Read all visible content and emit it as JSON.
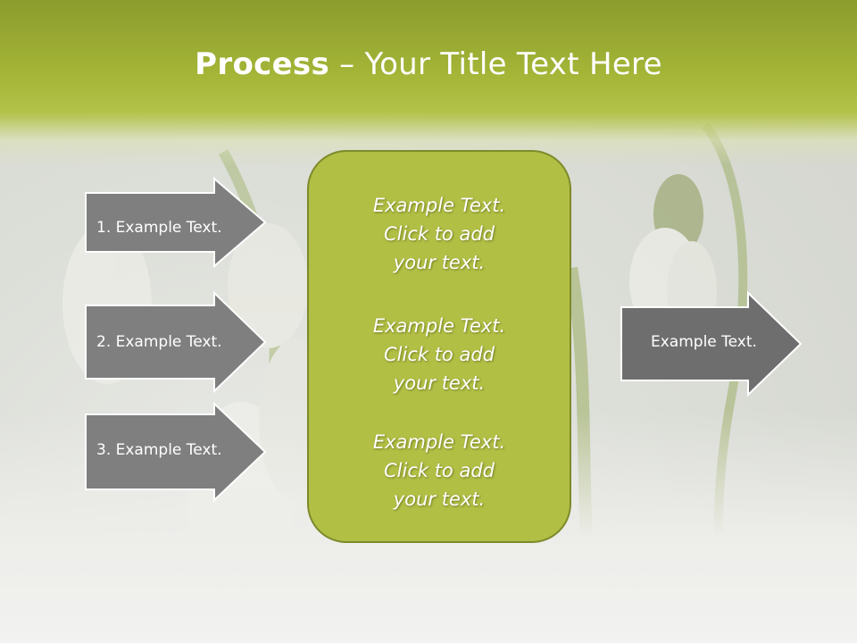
{
  "title": {
    "bold": "Process",
    "rest": " – Your Title Text Here"
  },
  "left_arrows": [
    {
      "label": "1. Example Text."
    },
    {
      "label": "2. Example Text."
    },
    {
      "label": "3. Example Text."
    }
  ],
  "center_box": {
    "paragraphs": [
      {
        "line1": "Example Text.",
        "line2": "Click  to add",
        "line3": "your text."
      },
      {
        "line1": "Example Text.",
        "line2": "Click  to add",
        "line3": "your text."
      },
      {
        "line1": "Example Text.",
        "line2": "Click  to add",
        "line3": "your text."
      }
    ]
  },
  "right_arrow": {
    "label": "Example Text."
  },
  "colors": {
    "header": "#a4b537",
    "box": "#b2bf45",
    "box_border": "#7d8a2a",
    "arrow": "#7f7f7f",
    "arrow_right": "#6e6e6e"
  }
}
